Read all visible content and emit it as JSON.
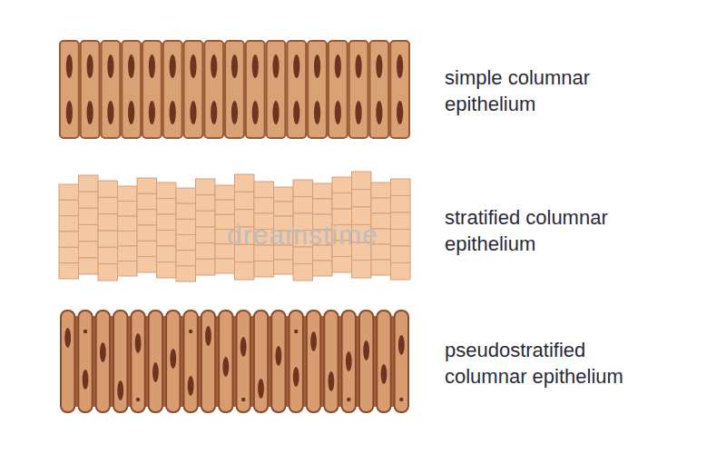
{
  "diagram": {
    "labels": [
      "simple columnar epithelium",
      "stratified columnar epithelium",
      "pseudostratified columnar epithelium",
      "dreamstime"
    ]
  }
}
